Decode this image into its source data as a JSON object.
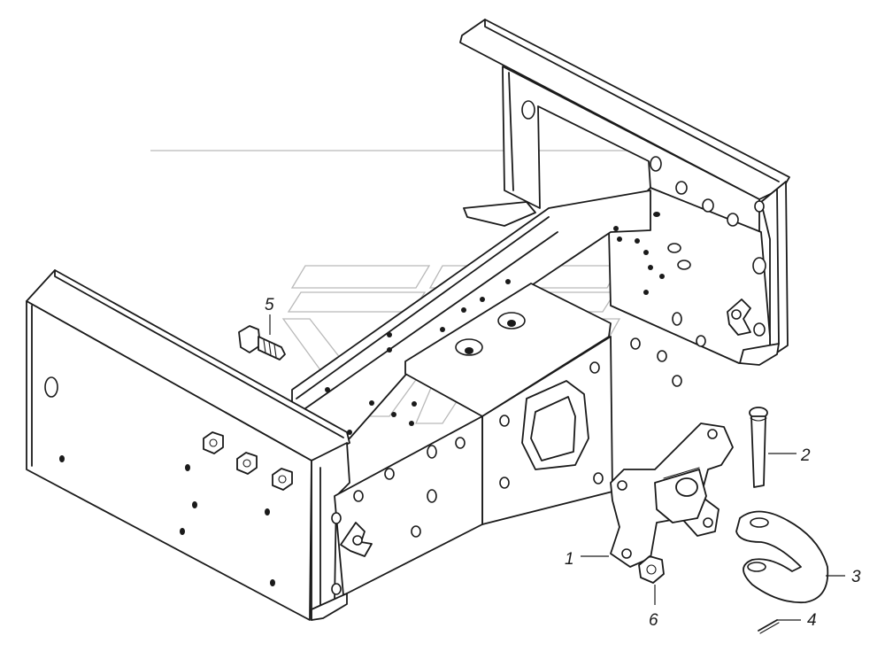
{
  "callouts": [
    {
      "id": "1",
      "label": "1"
    },
    {
      "id": "2",
      "label": "2"
    },
    {
      "id": "3",
      "label": "3"
    },
    {
      "id": "4",
      "label": "4"
    },
    {
      "id": "5",
      "label": "5"
    },
    {
      "id": "6",
      "label": "6"
    }
  ],
  "parts": {
    "frame": "frame-icon",
    "bracket": "tow-hook-bracket-icon",
    "pin": "pin-icon",
    "shackle": "shackle-icon",
    "cotter": "cotter-pin-icon",
    "bolt": "bolt-icon",
    "nut": "nut-icon"
  },
  "colors": {
    "line": "#1a1a1a",
    "background": "#ffffff",
    "watermark": "#b9b9b9"
  }
}
